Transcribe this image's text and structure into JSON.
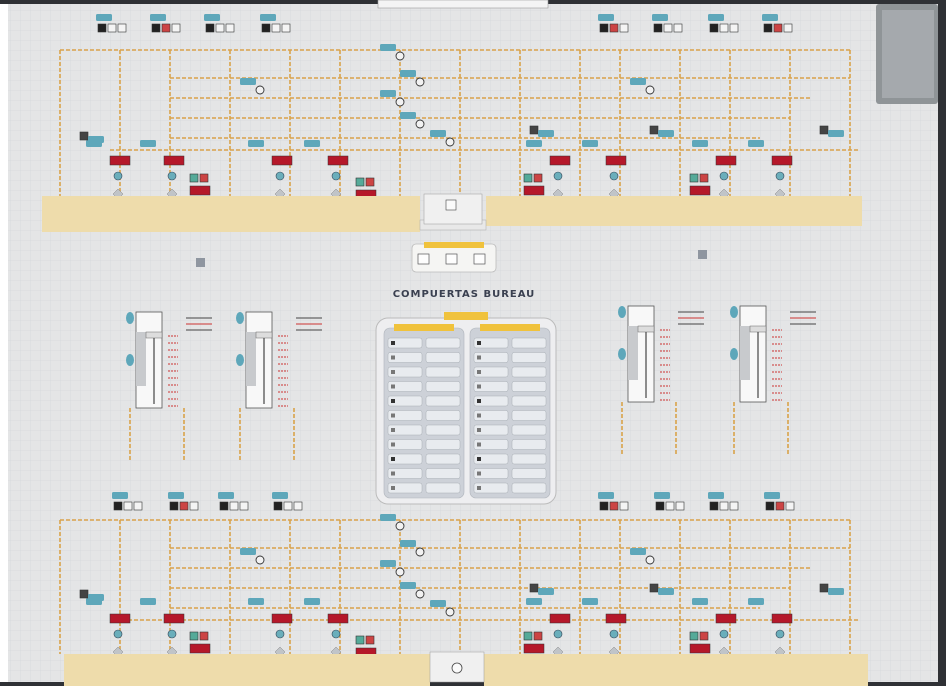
{
  "panel": {
    "title": "COMPUERTAS BUREAU"
  },
  "colors": {
    "panel_bg": "#e4e5e6",
    "grid": "#cfd3d8",
    "channel": "#eedcab",
    "flow_line": "#d9a24a",
    "pump_teal": "#5ea7ba",
    "display_red": "#b5182a",
    "frame": "#2f3135",
    "legend_bg": "#eeeef0",
    "legend_header": "#f0c23c"
  },
  "layout_counts": {
    "gates": 4,
    "legend_rows_per_column": 11
  }
}
